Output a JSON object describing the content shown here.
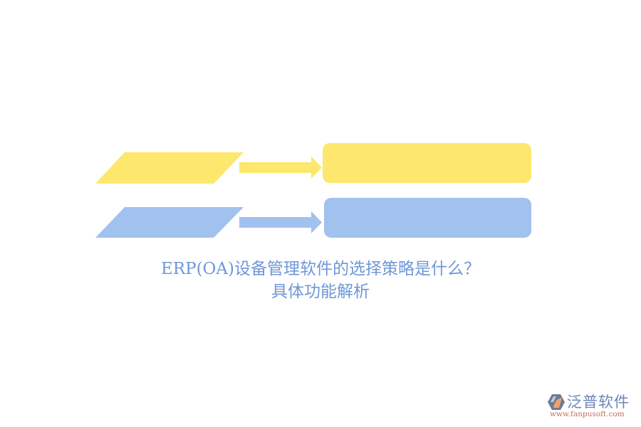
{
  "diagram": {
    "rows": [
      {
        "color": "#fde76c",
        "parallelogram": {
          "label": ""
        },
        "arrow": {
          "label": ""
        },
        "box": {
          "label": ""
        }
      },
      {
        "color": "#a1c1ee",
        "parallelogram": {
          "label": ""
        },
        "arrow": {
          "label": ""
        },
        "box": {
          "label": ""
        }
      }
    ]
  },
  "title": {
    "line1": "ERP(OA)设备管理软件的选择策略是什么？",
    "line2": "具体功能解析",
    "color": "#6f97d8"
  },
  "logo": {
    "name": "泛普软件",
    "url": "www.fanpusoft.com",
    "icon": "fanpu-logo-icon"
  }
}
